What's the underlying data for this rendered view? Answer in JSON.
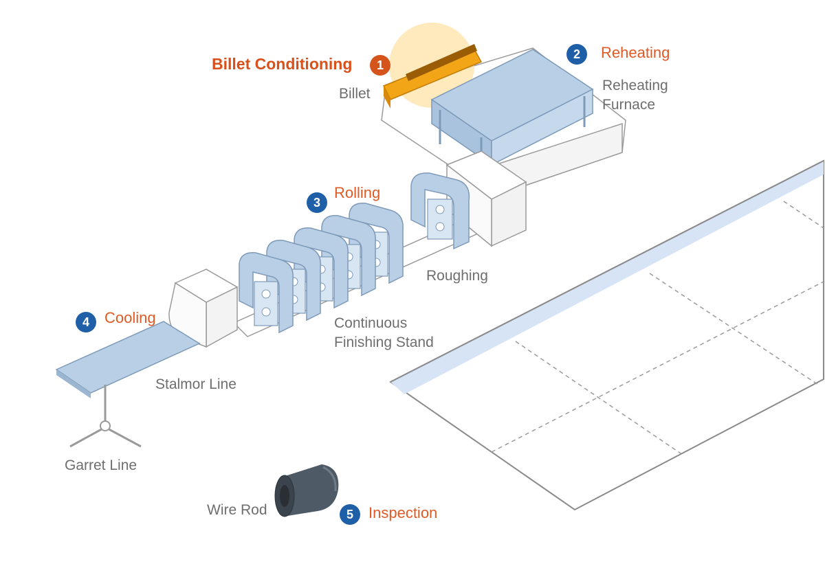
{
  "steps": [
    {
      "number": "1",
      "label": "Billet Conditioning",
      "color": "#d4541c"
    },
    {
      "number": "2",
      "label": "Reheating",
      "color": "#1f5fa8"
    },
    {
      "number": "3",
      "label": "Rolling",
      "color": "#1f5fa8"
    },
    {
      "number": "4",
      "label": "Cooling",
      "color": "#1f5fa8"
    },
    {
      "number": "5",
      "label": "Inspection",
      "color": "#1f5fa8"
    }
  ],
  "equipment": {
    "billet": "Billet",
    "reheating_furnace_line1": "Reheating",
    "reheating_furnace_line2": "Furnace",
    "roughing": "Roughing",
    "finishing_line1": "Continuous",
    "finishing_line2": "Finishing Stand",
    "stalmor": "Stalmor Line",
    "garret": "Garret Line",
    "wire_rod": "Wire Rod"
  },
  "colors": {
    "machine_blue": "#b9cfe6",
    "outline": "#8aa6c4",
    "billet_orange": "#f2a516",
    "glow": "#fde3a6",
    "label_orange": "#e05a25",
    "badge_blue": "#1f5fa8",
    "coil_gray": "#4e5a66"
  }
}
